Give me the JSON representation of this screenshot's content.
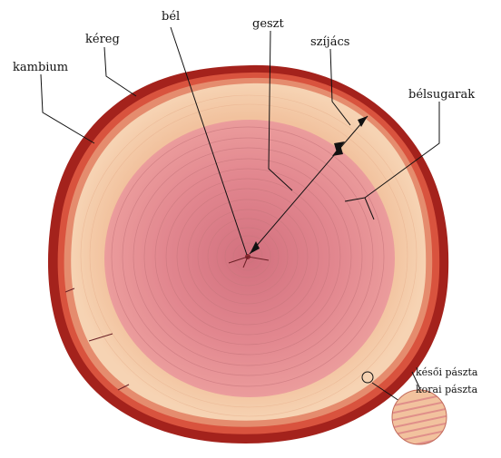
{
  "diagram": {
    "labels": {
      "bel": "bél",
      "geszt": "geszt",
      "szijacs": "szíjács",
      "kereg": "kéreg",
      "kambium": "kambium",
      "belsugarak": "bélsugarak",
      "kesoi_paszta": "késői pászta",
      "korai_paszta": "korai pászta"
    },
    "colors": {
      "bark_outer": "#a4221c",
      "bark_inner": "#d9533e",
      "cambium": "#e58c6e",
      "sapwood": "#f3c6a3",
      "heartwood": "#e58c92",
      "heartwood_center": "#d97884",
      "ring_line": "#c9777d",
      "leader_line": "#111111"
    }
  }
}
